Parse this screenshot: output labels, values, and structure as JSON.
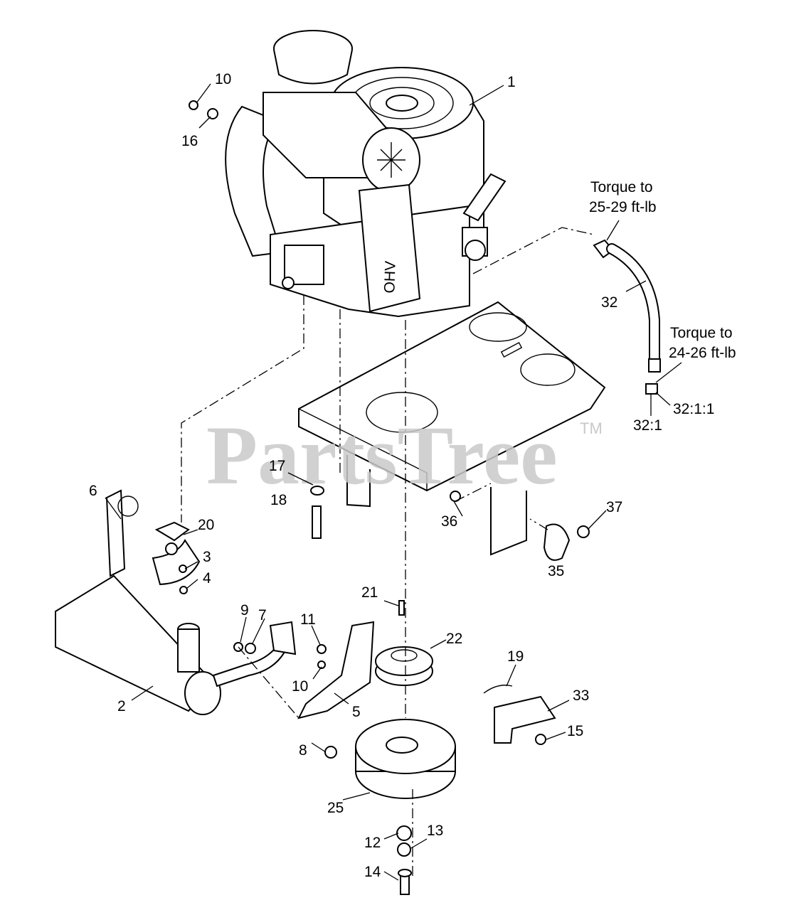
{
  "watermark": {
    "text": "PartsTree",
    "tm": "TM"
  },
  "notes": {
    "hose_top": [
      "Torque to",
      "25-29 ft-lb"
    ],
    "hose_bottom": [
      "Torque to",
      "24-26 ft-lb"
    ]
  },
  "engine_decal": "OHV",
  "callouts": {
    "c1": "1",
    "c2": "2",
    "c3": "3",
    "c4": "4",
    "c5": "5",
    "c6": "6",
    "c7": "7",
    "c8": "8",
    "c9": "9",
    "c10a": "10",
    "c10b": "10",
    "c11": "11",
    "c12": "12",
    "c13": "13",
    "c14": "14",
    "c15": "15",
    "c16": "16",
    "c17": "17",
    "c18": "18",
    "c19": "19",
    "c20": "20",
    "c21": "21",
    "c22": "22",
    "c25": "25",
    "c32": "32",
    "c32_1": "32:1",
    "c32_1_1": "32:1:1",
    "c33": "33",
    "c35": "35",
    "c36": "36",
    "c37": "37"
  }
}
